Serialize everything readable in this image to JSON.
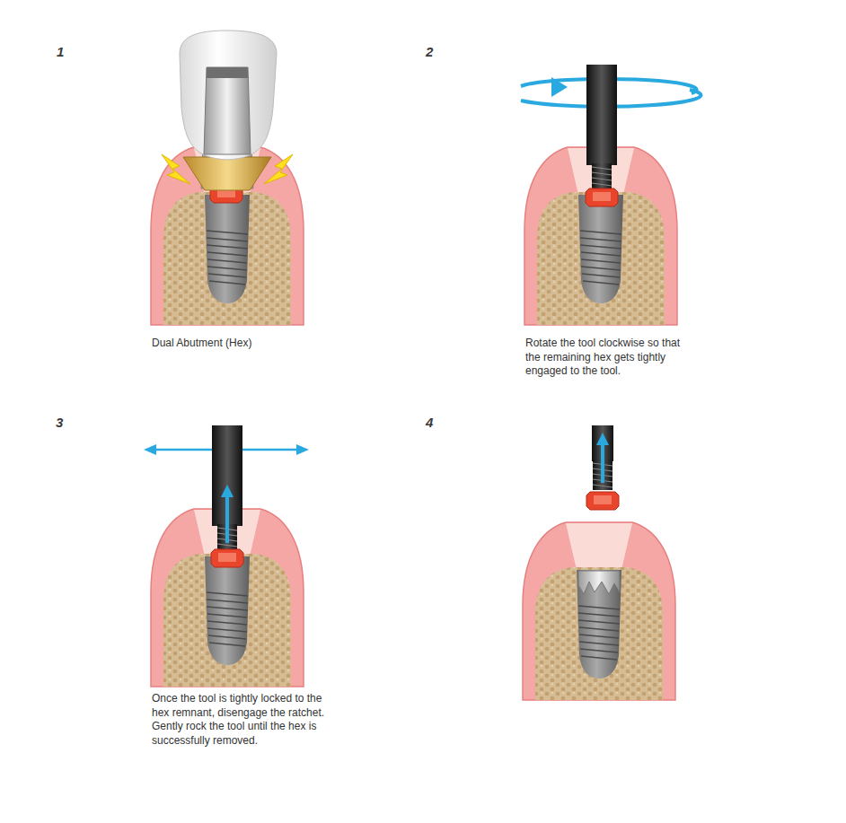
{
  "diagram": {
    "labels": [
      "1",
      "Dual Abutment (Hex)",
      "2",
      "Rotate the tool clockwise so that the remaining hex gets tightly engaged to the tool.",
      "3",
      "Once the tool is tightly locked to the hex remnant, disengage the ratchet. Gently rock the tool until the hex is successfully removed.",
      "4"
    ]
  }
}
